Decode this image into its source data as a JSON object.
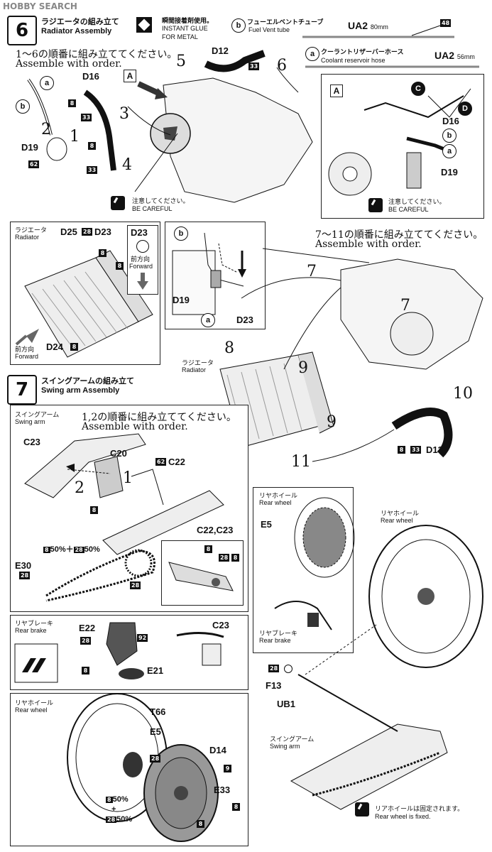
{
  "watermark": "HOBBY SEARCH",
  "step6": {
    "number": "6",
    "title_jp": "ラジエータの組み立て",
    "title_en": "Radiator Assembly",
    "glue_jp": "瞬間接着剤使用。",
    "glue_en1": "INSTANT GLUE",
    "glue_en2": "FOR METAL",
    "tube_b": {
      "letter": "b",
      "jp": "フューエルベントチューブ",
      "en": "Fuel Vent tube",
      "code": "UA2",
      "length": "80mm",
      "part": "48"
    },
    "tube_a": {
      "letter": "a",
      "jp": "クーラントリザーバーホース",
      "en": "Coolant reservoir hose",
      "code": "UA2",
      "length": "56mm"
    },
    "order1_jp": "1～6の順番に組み立ててください。",
    "order1_en": "Assemble with order.",
    "order2_jp": "7～11の順番に組み立ててください。",
    "order2_en": "Assemble with order.",
    "careful_jp": "注意してください。",
    "careful_en": "BE CAREFUL",
    "parts": {
      "D12": "D12",
      "D16": "D16",
      "D19": "D19",
      "D23": "D23",
      "D24": "D24",
      "D25": "D25",
      "D13": "D13"
    },
    "radiator_jp": "ラジエータ",
    "radiator_en": "Radiator",
    "forward_jp": "前方向",
    "forward_en": "Forward",
    "view_A": "A",
    "circle_C": "C",
    "circle_D": "D"
  },
  "step7": {
    "number": "7",
    "title_jp": "スイングアームの組み立て",
    "title_en": "Swing arm Assembly",
    "swingarm_jp": "スイングアーム",
    "swingarm_en": "Swing arm",
    "order_jp": "1,2の順番に組み立ててください。",
    "order_en": "Assemble with order.",
    "mix": "50%＋",
    "mix2": "50%",
    "parts": {
      "C23": "C23",
      "C20": "C20",
      "C22": "C22",
      "C22C23": "C22,C23",
      "E30": "E30",
      "E22": "E22",
      "E21": "E21",
      "E5": "E5",
      "T66": "T66",
      "D14": "D14",
      "E33": "E33",
      "F13": "F13",
      "UB1": "UB1"
    },
    "rear_brake_jp": "リヤブレーキ",
    "rear_brake_en": "Rear brake",
    "rear_wheel_jp": "リヤホイール",
    "rear_wheel_en": "Rear wheel",
    "fixed_jp": "リアホイールは固定されます。",
    "fixed_en": "Rear wheel is fixed."
  }
}
